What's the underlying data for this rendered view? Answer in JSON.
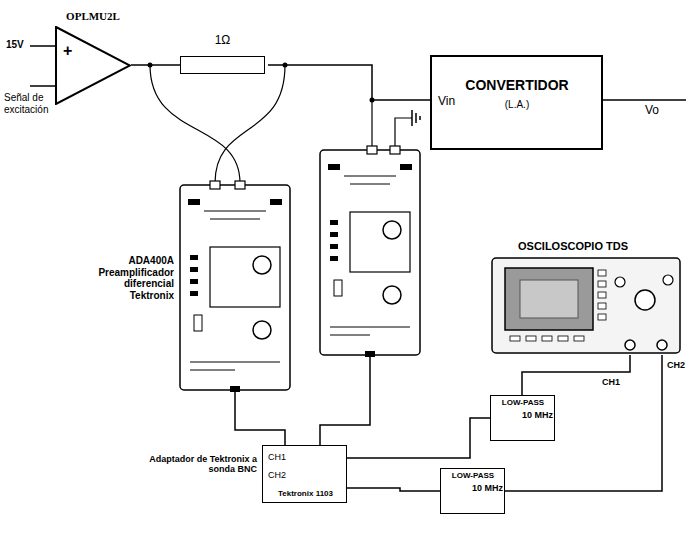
{
  "diagram": {
    "nodes": [
      {
        "text": [
          "OPLMU2L",
          "+"
        ]
      },
      {
        "text": [
          "1Ω"
        ]
      },
      {
        "text": [
          "CONVERTIDOR",
          "(L.A.)",
          "Vin"
        ]
      },
      {
        "text": [
          "ADA400A Preamplificador diferencial Tektronix"
        ]
      },
      {
        "text": [
          "Adaptador de Tektronix a sonda BNC",
          "CH1",
          "CH2",
          "Tektronix 1103"
        ]
      },
      {
        "text": [
          "LOW-PASS",
          "10 MHz"
        ]
      },
      {
        "text": [
          "LOW-PASS",
          "10 MHz"
        ]
      },
      {
        "text": [
          "OSCILOSCOPIO TDS"
        ]
      }
    ],
    "edges": [
      {
        "from": 0,
        "to": 1,
        "arrow": "none"
      },
      {
        "from": 1,
        "to": 2,
        "arrow": "none"
      },
      {
        "from": 3,
        "to": 4,
        "arrow": "none"
      },
      {
        "from": 4,
        "to": 5,
        "arrow": "none"
      },
      {
        "from": 4,
        "to": 6,
        "arrow": "none"
      },
      {
        "from": 5,
        "to": 7,
        "arrow": "none"
      },
      {
        "from": 6,
        "to": 7,
        "arrow": "none"
      }
    ],
    "labels": [
      "15V",
      "Señal de excitación",
      "Vo",
      "CH1",
      "CH2"
    ]
  }
}
